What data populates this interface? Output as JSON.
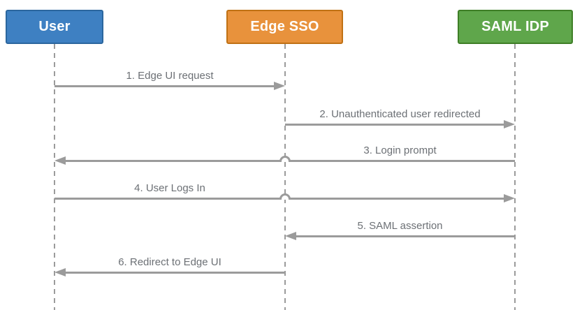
{
  "actors": [
    {
      "id": "user",
      "label": "User",
      "fill": "#3e80c2",
      "border": "#2b669e"
    },
    {
      "id": "edge-sso",
      "label": "Edge SSO",
      "fill": "#e8923c",
      "border": "#c07114"
    },
    {
      "id": "saml-idp",
      "label": "SAML IDP",
      "fill": "#5fa64b",
      "border": "#3e7e26"
    }
  ],
  "messages": [
    {
      "label": "1. Edge UI request",
      "from": "User",
      "to": "Edge SSO",
      "direction": "right"
    },
    {
      "label": "2. Unauthenticated user redirected",
      "from": "Edge SSO",
      "to": "SAML IDP",
      "direction": "right"
    },
    {
      "label": "3. Login prompt",
      "from": "SAML IDP",
      "to": "User",
      "direction": "left"
    },
    {
      "label": "4. User Logs In",
      "from": "User",
      "to": "SAML IDP",
      "direction": "right"
    },
    {
      "label": "5. SAML assertion",
      "from": "SAML IDP",
      "to": "Edge SSO",
      "direction": "left"
    },
    {
      "label": "6. Redirect to Edge UI",
      "from": "Edge SSO",
      "to": "User",
      "direction": "left"
    }
  ],
  "colors": {
    "arrow": "#9b9b9b",
    "lifeline": "#9b9b9b",
    "label_text": "#6c7075",
    "background": "#ffffff"
  }
}
